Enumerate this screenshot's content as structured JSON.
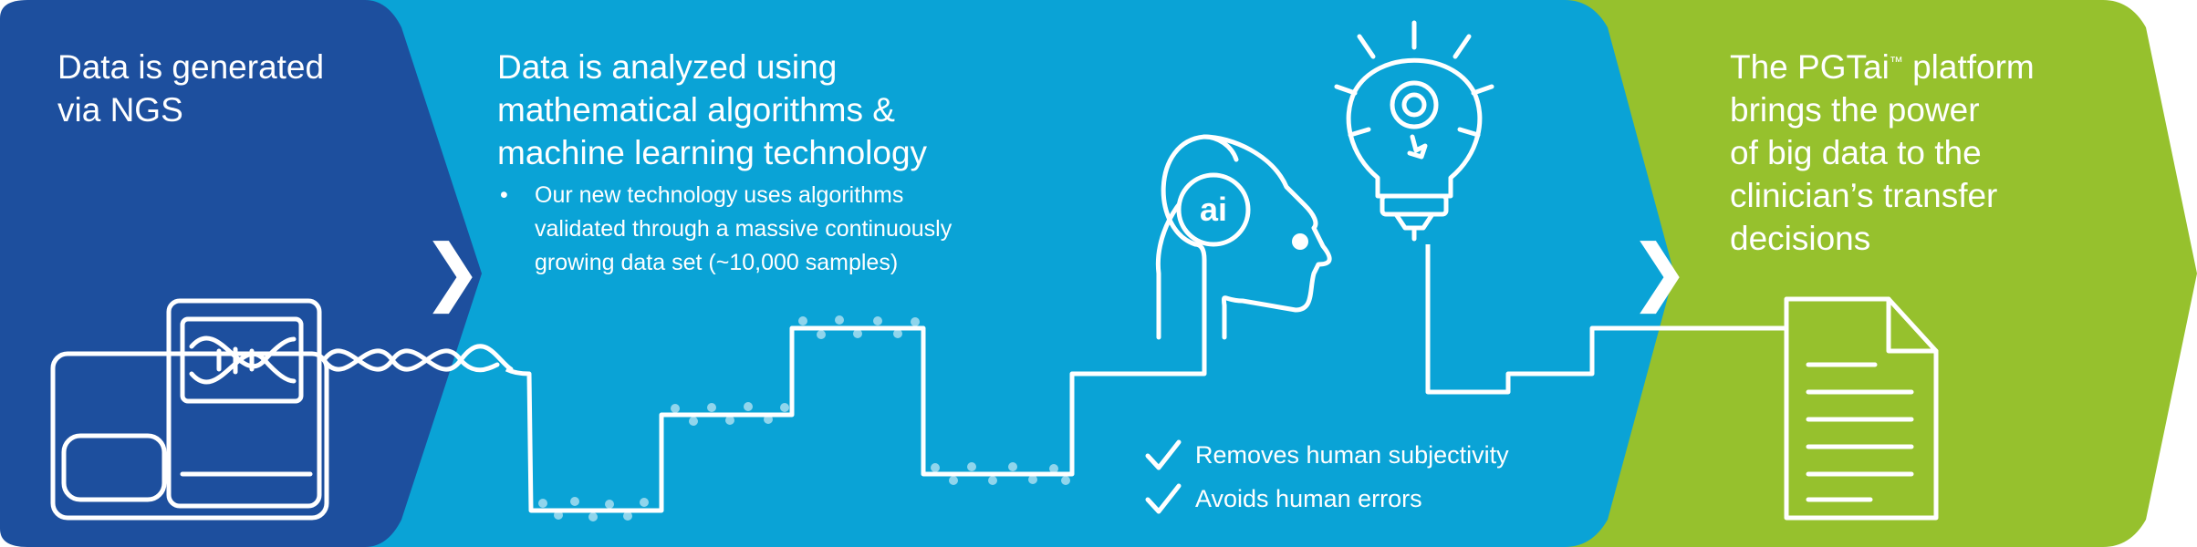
{
  "colors": {
    "panel1": "#1d4f9e",
    "panel2": "#0aa3d6",
    "panel3": "#96c12d",
    "line": "#ffffff"
  },
  "panel1": {
    "heading_line1": "Data is generated",
    "heading_line2": "via NGS",
    "icon": "sequencer-icon"
  },
  "panel2": {
    "heading_line1": "Data is analyzed using",
    "heading_line2": "mathematical algorithms &",
    "heading_line3": "machine learning technology",
    "bullet_marker": "•",
    "bullet_line1": "Our new technology uses algorithms",
    "bullet_line2": "validated through a massive continuously",
    "bullet_line3": "growing data set (~10,000 samples)",
    "ai_badge": "ai",
    "checks": [
      "Removes human subjectivity",
      "Avoids human errors"
    ]
  },
  "panel3": {
    "heading_line1_pre": "The PGTai",
    "heading_trademark": "™",
    "heading_line1_post": " platform",
    "heading_line2": "brings the power",
    "heading_line3": "of big data to the",
    "heading_line4": "clinician’s transfer",
    "heading_line5": "decisions",
    "icon": "document-icon"
  },
  "chevron_glyph": "❯"
}
